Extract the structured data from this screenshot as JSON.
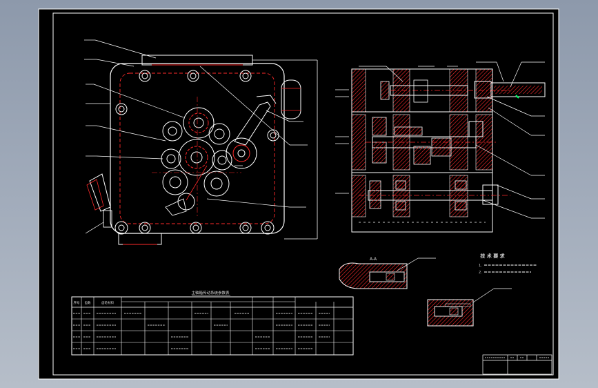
{
  "technical_requirements": {
    "title": "技 术 要 求",
    "items": [
      "1.",
      "2."
    ]
  },
  "spec_table": {
    "title": "主轴箱传动系统参数表",
    "headers": [
      "序号",
      "齿数",
      "齿轮材料"
    ]
  },
  "section_label": "A-A",
  "colors": {
    "background": "#000000",
    "frame": "#ffffff",
    "detail": "#ff0000",
    "hatch": "#ff2a2a",
    "leader": "#ffffff",
    "marker": "#00ff66"
  }
}
